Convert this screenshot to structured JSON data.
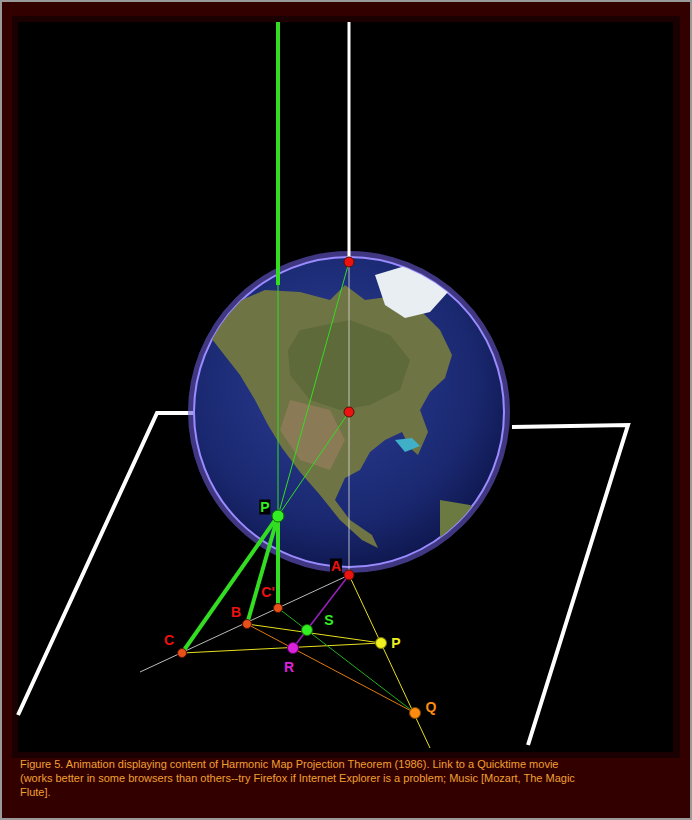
{
  "diagram": {
    "caption": "Figure 5.  Animation displaying content of Harmonic Map Projection Theorem (1986).  Link to a Quicktime movie (works better in some browsers than others--try Firefox if Internet Explorer is a problem;  Music [Mozart, The Magic Flute].",
    "labels": [
      "P",
      "A",
      "C'",
      "B",
      "S",
      "C",
      "P",
      "R",
      "Q"
    ]
  }
}
